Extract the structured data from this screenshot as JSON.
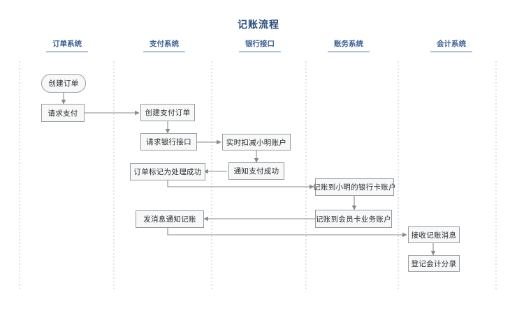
{
  "title": "记账流程",
  "colors": {
    "title": "#2f4f7f",
    "lane_header": "#3b5c92",
    "lane_divider": "#b8c4d4",
    "node_border": "#9a9a9a",
    "node_fill": "#f7f8f9",
    "connector": "#8a8a8a",
    "background": "#ffffff"
  },
  "diagram": {
    "type": "swimlane-flowchart",
    "lanes": [
      {
        "id": "order",
        "label": "订单系统"
      },
      {
        "id": "payment",
        "label": "支付系统"
      },
      {
        "id": "bank",
        "label": "银行接口"
      },
      {
        "id": "account",
        "label": "账务系统"
      },
      {
        "id": "finance",
        "label": "会计系统"
      }
    ],
    "nodes": [
      {
        "id": "n1",
        "lane": "order",
        "label": "创建订单",
        "shape": "stadium"
      },
      {
        "id": "n2",
        "lane": "order",
        "label": "请求支付",
        "shape": "rect"
      },
      {
        "id": "n3",
        "lane": "payment",
        "label": "创建支付订单",
        "shape": "rect"
      },
      {
        "id": "n4",
        "lane": "payment",
        "label": "请求银行接口",
        "shape": "rect"
      },
      {
        "id": "n5",
        "lane": "bank",
        "label": "实时扣减小明账户",
        "shape": "rect"
      },
      {
        "id": "n6",
        "lane": "bank",
        "label": "通知支付成功",
        "shape": "rect"
      },
      {
        "id": "n7",
        "lane": "payment",
        "label": "订单标记为处理成功",
        "shape": "rect"
      },
      {
        "id": "n8",
        "lane": "account",
        "label": "记账到小明的银行卡账户",
        "shape": "rect"
      },
      {
        "id": "n9",
        "lane": "account",
        "label": "记账到会员卡业务账户",
        "shape": "rect"
      },
      {
        "id": "n10",
        "lane": "payment",
        "label": "发消息通知记账",
        "shape": "rect"
      },
      {
        "id": "n11",
        "lane": "finance",
        "label": "接收记账消息",
        "shape": "rect"
      },
      {
        "id": "n12",
        "lane": "finance",
        "label": "登记会计分录",
        "shape": "rect"
      }
    ],
    "edges": [
      {
        "from": "n1",
        "to": "n2",
        "label": ""
      },
      {
        "from": "n2",
        "to": "n3",
        "label": ""
      },
      {
        "from": "n3",
        "to": "n4",
        "label": ""
      },
      {
        "from": "n4",
        "to": "n5",
        "label": ""
      },
      {
        "from": "n5",
        "to": "n6",
        "label": ""
      },
      {
        "from": "n6",
        "to": "n7",
        "label": ""
      },
      {
        "from": "n7",
        "to": "n8",
        "label": ""
      },
      {
        "from": "n8",
        "to": "n9",
        "label": ""
      },
      {
        "from": "n9",
        "to": "n10",
        "label": ""
      },
      {
        "from": "n10",
        "to": "n11",
        "label": ""
      },
      {
        "from": "n11",
        "to": "n12",
        "label": ""
      }
    ]
  }
}
